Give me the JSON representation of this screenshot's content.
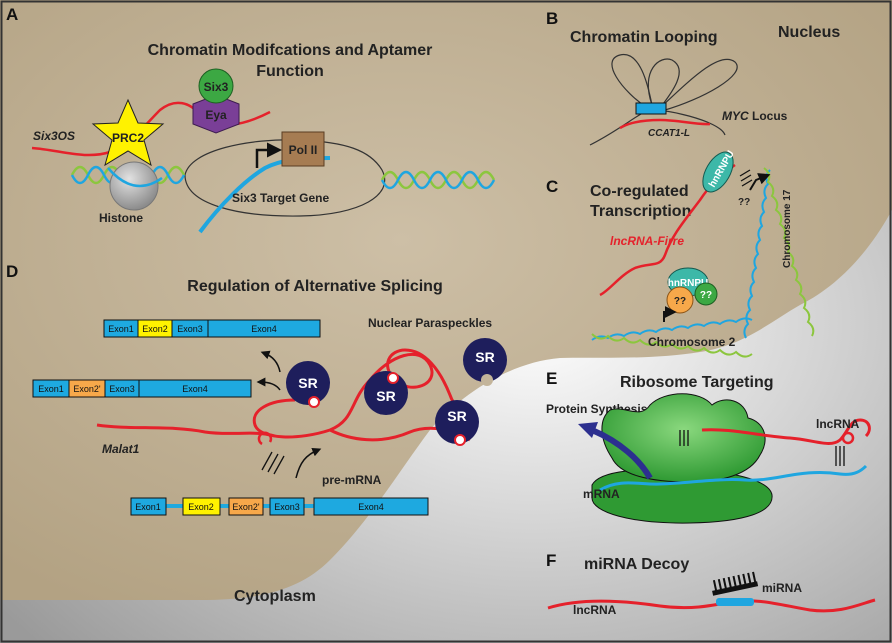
{
  "panels": [
    "A",
    "B",
    "C",
    "D",
    "E",
    "F"
  ],
  "regions": {
    "nucleus": "Nucleus",
    "cytoplasm": "Cytoplasm"
  },
  "panel_a": {
    "title_line1": "Chromatin Modifcations and Aptamer",
    "title_line2": "Function",
    "six3": "Six3",
    "eya": "Eya",
    "prc2": "PRC2",
    "six3os": "Six3OS",
    "histone": "Histone",
    "pol2": "Pol II",
    "target_gene": "Six3 Target Gene"
  },
  "panel_b": {
    "title": "Chromatin Looping",
    "myc": "MYC",
    "locus": " Locus",
    "ccat": "CCAT1-L"
  },
  "panel_c": {
    "title_line1": "Co-regulated",
    "title_line2": "Transcription",
    "hnrnpu": "hnRNPU",
    "unknown": "??",
    "firre": "lncRNA-Firre",
    "chr17": "Chromosome 17",
    "chr2": "Chromosome 2"
  },
  "panel_d": {
    "title": "Regulation of Alternative Splicing",
    "paraspeckles": "Nuclear Paraspeckles",
    "sr": "SR",
    "malat1": "Malat1",
    "premrna": "pre-mRNA",
    "row1": [
      "Exon1",
      "Exon2",
      "Exon3",
      "Exon4"
    ],
    "row2": [
      "Exon1",
      "Exon2'",
      "Exon3",
      "Exon4"
    ],
    "row3": [
      "Exon1",
      "Exon2",
      "Exon2'",
      "Exon3",
      "Exon4"
    ]
  },
  "panel_e": {
    "title": "Ribosome Targeting",
    "protein": "Protein Synthesis",
    "lncrna": "lncRNA",
    "mrna": "mRNA"
  },
  "panel_f": {
    "title": "miRNA Decoy",
    "lncrna": "lncRNA",
    "mirna": "miRNA"
  },
  "colors": {
    "nucleus_fill": "#c3b49a",
    "rna_red": "#e5212b",
    "dna_blue": "#1fa6e0",
    "dna_green": "#8cc63e",
    "exon_blue": "#1ea9e0",
    "exon_yellow": "#fff200",
    "exon_orange": "#f7a84a",
    "sr_navy": "#1e1e5c",
    "ribosome_green": "#4cb848",
    "hnrnpu_teal": "#3db8a8",
    "prc2_yellow": "#fff200",
    "six3_green": "#3ca843",
    "eya_purple": "#7a3f97",
    "pol2_brown": "#a67c52"
  },
  "icons": [
    "bent-arrow-icon",
    "curved-arrow-icon",
    "base-pair-hatch-icon"
  ]
}
